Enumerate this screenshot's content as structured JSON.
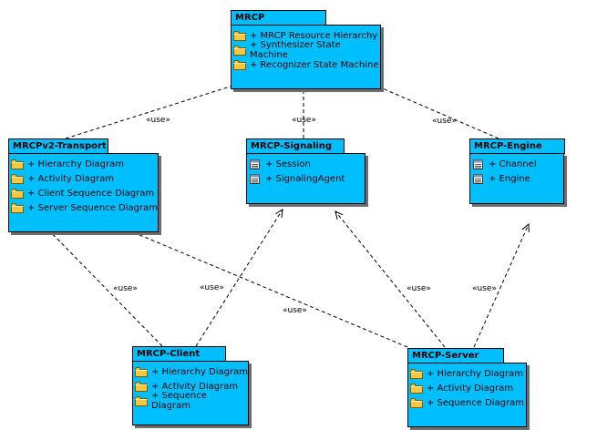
{
  "packages": {
    "mrcp": {
      "name": "MRCP",
      "items": [
        {
          "label": "+ MRCP Resource Hierarchy",
          "icon": "folder-icon"
        },
        {
          "label": "+ Synthesizer State Machine",
          "icon": "folder-icon"
        },
        {
          "label": "+ Recognizer State Machine",
          "icon": "folder-icon"
        }
      ]
    },
    "transport": {
      "name": "MRCPv2-Transport",
      "items": [
        {
          "label": "+ Hierarchy Diagram",
          "icon": "folder-icon"
        },
        {
          "label": "+ Activity Diagram",
          "icon": "folder-icon"
        },
        {
          "label": "+ Client Sequence Diagram",
          "icon": "folder-icon"
        },
        {
          "label": "+ Server Sequence Diagram",
          "icon": "folder-icon"
        }
      ]
    },
    "signaling": {
      "name": "MRCP-Signaling",
      "items": [
        {
          "label": "+ Session",
          "icon": "class-icon"
        },
        {
          "label": "+ SignalingAgent",
          "icon": "class-icon"
        }
      ]
    },
    "engine": {
      "name": "MRCP-Engine",
      "items": [
        {
          "label": "+ Channel",
          "icon": "class-icon"
        },
        {
          "label": "+ Engine",
          "icon": "class-icon"
        }
      ]
    },
    "client": {
      "name": "MRCP-Client",
      "items": [
        {
          "label": "+ Hierarchy Diagram",
          "icon": "folder-icon"
        },
        {
          "label": "+ Activity Diagram",
          "icon": "folder-icon"
        },
        {
          "label": "+ Sequence Diagram",
          "icon": "folder-icon"
        }
      ]
    },
    "server": {
      "name": "MRCP-Server",
      "items": [
        {
          "label": "+ Hierarchy Diagram",
          "icon": "folder-icon"
        },
        {
          "label": "+ Activity Diagram",
          "icon": "folder-icon"
        },
        {
          "label": "+ Sequence Diagram",
          "icon": "folder-icon"
        }
      ]
    }
  },
  "dependencies": [
    {
      "from": "transport",
      "to": "mrcp",
      "label": "«use»"
    },
    {
      "from": "signaling",
      "to": "mrcp",
      "label": "«use»"
    },
    {
      "from": "engine",
      "to": "mrcp",
      "label": "«use»"
    },
    {
      "from": "client",
      "to": "transport",
      "label": "«use»"
    },
    {
      "from": "client",
      "to": "signaling",
      "label": "«use»"
    },
    {
      "from": "server",
      "to": "transport",
      "label": "«use»"
    },
    {
      "from": "server",
      "to": "signaling",
      "label": "«use»"
    },
    {
      "from": "server",
      "to": "engine",
      "label": "«use»"
    }
  ],
  "colors": {
    "package_fill": "#00bfff",
    "border": "#000000",
    "shadow": "#6d6d6d",
    "folder": "#f5c842"
  }
}
